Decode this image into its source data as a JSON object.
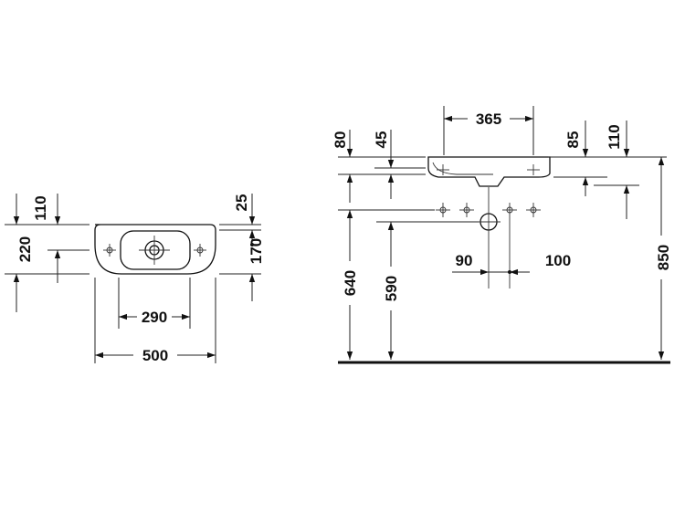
{
  "dimensions": {
    "plan_110": "110",
    "plan_220": "220",
    "plan_25": "25",
    "plan_170": "170",
    "plan_290": "290",
    "plan_500": "500",
    "side_365": "365",
    "side_80": "80",
    "side_45": "45",
    "side_85": "85",
    "side_110": "110",
    "side_640": "640",
    "side_590": "590",
    "side_90": "90",
    "side_100": "100",
    "side_850": "850"
  }
}
